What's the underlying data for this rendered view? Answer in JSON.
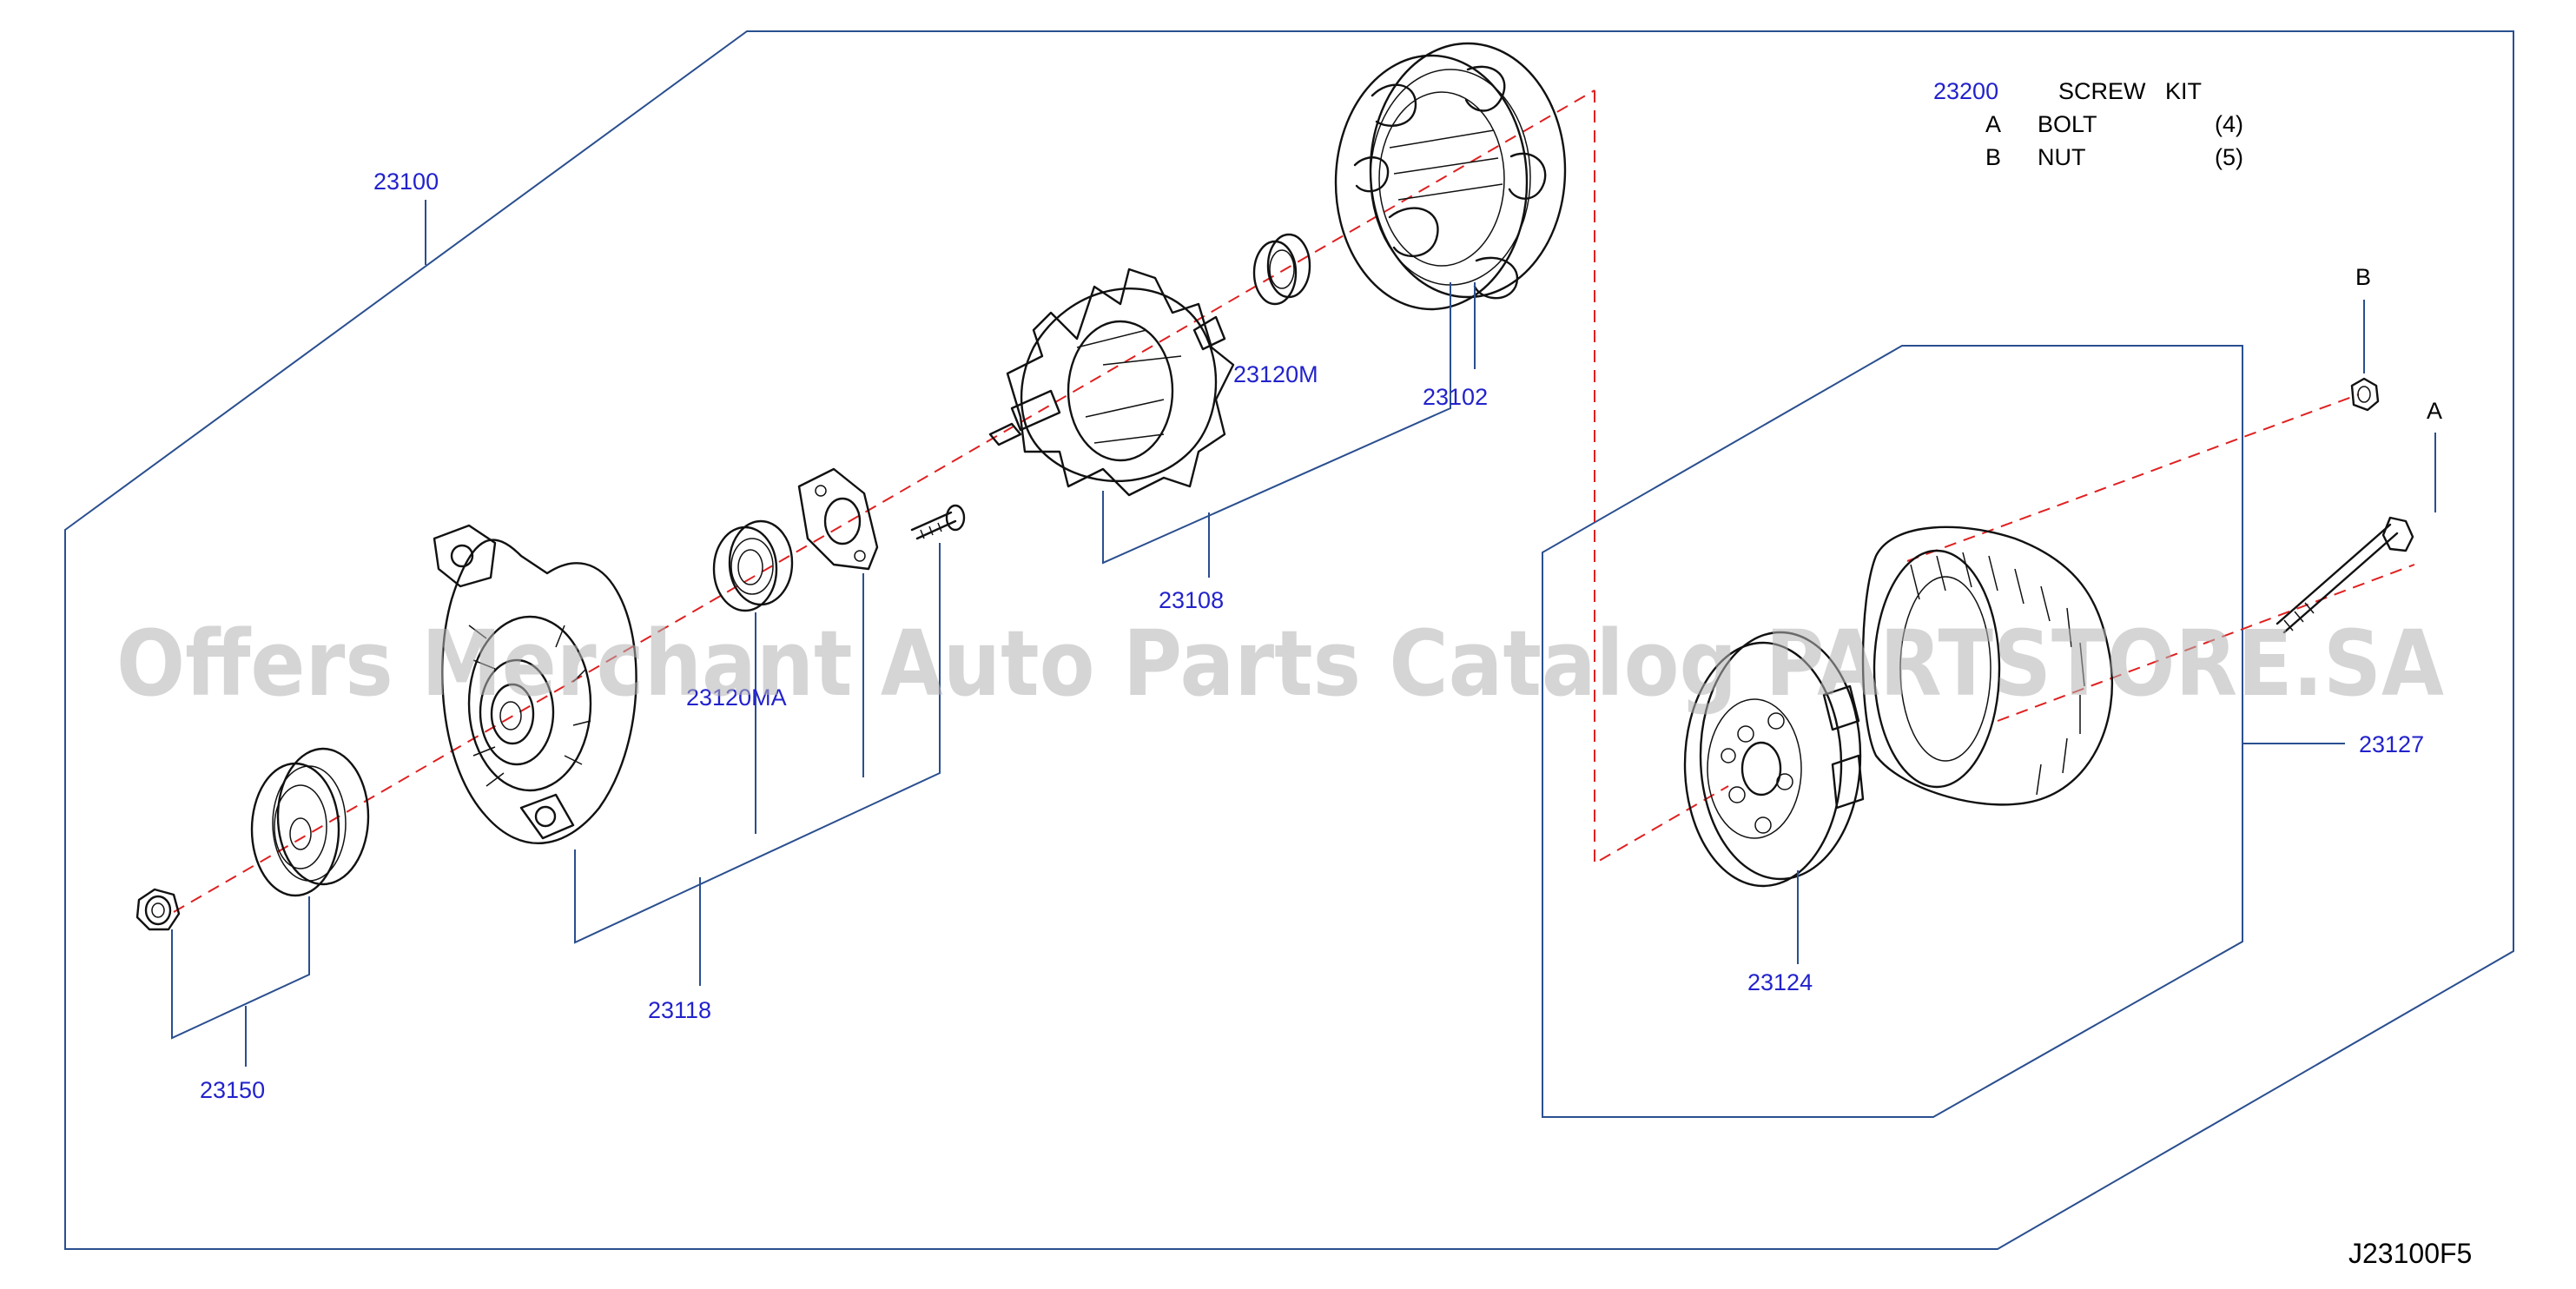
{
  "diagram": {
    "drawing_code": "J23100F5",
    "watermark": "Offers Merchant Auto Parts Catalog PARTSTORE.SA",
    "screw_kit": {
      "part_number": "23200",
      "title": "SCREW   KIT",
      "rows": [
        {
          "letter": "A",
          "name": "BOLT",
          "qty": "(4)"
        },
        {
          "letter": "B",
          "name": "NUT",
          "qty": "(5)"
        }
      ]
    },
    "hardware_letters": {
      "a": "A",
      "b": "B"
    },
    "parts": {
      "alternator_assy": "23100",
      "stator": "23102",
      "rotor": "23108",
      "front_bearing_retainer": "23118",
      "bearing_front": "23120MA",
      "bearing_rear": "23120M",
      "regulator": "23124",
      "rear_cover": "23127",
      "pulley": "23150"
    },
    "colors": {
      "label": "#2222cc",
      "frame": "#2a4f8f",
      "axis": "#e02020",
      "drawing": "#111111"
    }
  }
}
